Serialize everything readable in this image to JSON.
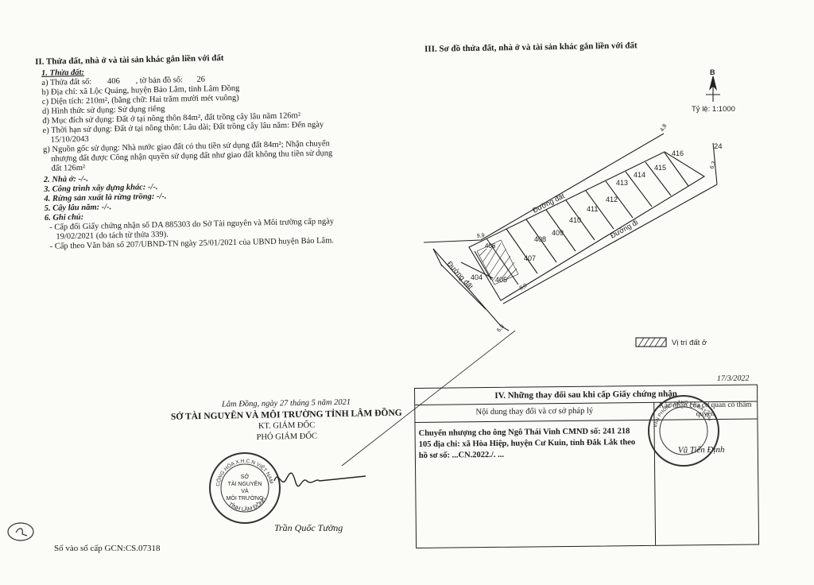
{
  "section2": {
    "title": "II. Thửa đất, nhà ở và tài sản khác gắn liền với đất",
    "item1_label": "1. Thửa đất:",
    "parcel_label": "a) Thửa đất số:",
    "parcel_no": "406",
    "map_label": ", tờ bản đồ số:",
    "map_no": "26",
    "address": "b) Địa chỉ: xã Lộc Quảng, huyện Bảo Lâm, tỉnh Lâm Đồng",
    "area": "c) Diện tích:    210m², (bằng chữ: Hai trăm mười mét vuông)",
    "usage_form": "d) Hình thức sử dụng:     Sử dụng riêng",
    "purpose": "đ) Mục đích sử dụng:  Đất ở tại nông thôn 84m², đất trồng cây lâu năm 126m²",
    "term_1": "e) Thời hạn sử dụng:    Đất ở tại nông thôn: Lâu dài; Đất trồng cây lâu năm: Đến ngày",
    "term_2": "15/10/2043",
    "origin_1": "g) Nguồn gốc sử dụng: Nhà nước giao đất có thu tiền sử dụng đất 84m²; Nhận chuyển",
    "origin_2": "nhượng đất được Công nhận quyền sử dụng đất như giao đất không thu tiền sử dụng",
    "origin_3": "đất 126m²",
    "house": "2. Nhà ở: -/-.",
    "construction": "3. Công trình xây dựng khác: -/-.",
    "forest": "4. Rừng sản xuất là rừng trồng: -/-.",
    "perennial": "5. Cây lâu năm: -/-.",
    "notes_label": "6. Ghi chú:",
    "note_1a": "- Cấp đổi Giấy chứng nhận số DA 885303 do Sở Tài nguyên và Môi trường cấp ngày",
    "note_1b": "19/02/2021 (do tách từ thửa 339).",
    "note_2": "- Cấp theo Văn bản số 207/UBND-TN ngày 25/01/2021 của UBND huyện Bảo Lâm."
  },
  "section3": {
    "title": "III. Sơ đồ thửa đất, nhà ở và tài sản khác gắn liền với đất",
    "north": "B",
    "scale": "Tỷ lệ: 1:1000",
    "roads": [
      "Đường đất",
      "Đường đi",
      "Đường đất"
    ],
    "lots": [
      "404",
      "405",
      "406",
      "407",
      "408",
      "409",
      "410",
      "411",
      "412",
      "413",
      "414",
      "415",
      "416"
    ],
    "edge_labels": [
      "24",
      "6,3",
      "4,8",
      "9,9",
      "6,3",
      "8,0"
    ],
    "legend": "Vị trí đất ở"
  },
  "signature": {
    "date_line": "Lâm Đồng, ngày  27  tháng  5  năm 2021",
    "agency": "SỞ TÀI NGUYÊN VÀ MÔI TRƯỜNG TỈNH LÂM ĐỒNG",
    "kt": "KT. GIÁM ĐỐC",
    "position": "PHÓ GIÁM ĐỐC",
    "signer": "Trần Quốc Tường",
    "seal_top": "CỘNG HÒA X.H.C.N VIỆT NAM",
    "seal_center_1": "SỞ",
    "seal_center_2": "TÀI NGUYÊN",
    "seal_center_3": "VÀ",
    "seal_center_4": "MÔI TRƯỜNG",
    "seal_bottom": "TỈNH LÂM ĐỒNG"
  },
  "section4": {
    "title": "IV. Những thay đổi sau khi cấp Giấy chứng nhận",
    "col1": "Nội dung thay đổi và cơ sở pháp lý",
    "col2": "Xác nhận của cơ quan có thẩm quyền",
    "content_1": "Chuyển nhượng cho ông Ngô Thái Vinh CMND số: 241 218",
    "content_2": "105 địa chỉ: xã Hòa Hiệp, huyện Cư Kuin, tỉnh Đắk Lắk theo",
    "content_3": "hồ sơ số: ...CN.2022./. ...",
    "date": "17/3/2022",
    "signer": "Vũ Tiến Định",
    "seal_text": "VĂN PHÒNG ĐĂNG KÝ ĐẤT ĐAI"
  },
  "footer": {
    "book_no": "Số vào sổ cấp GCN:CS.07318"
  },
  "colors": {
    "ink": "#1a1a1a",
    "paper": "#fbfbf8"
  }
}
